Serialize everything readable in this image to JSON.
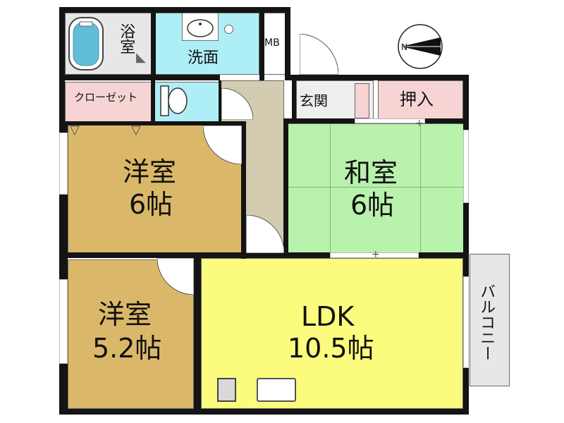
{
  "floor_plan": {
    "rooms": {
      "bath": {
        "label": "浴室",
        "color": "#e7e7e7"
      },
      "washroom": {
        "label": "洗面",
        "color": "#aeeef6"
      },
      "mb": {
        "label": "MB",
        "color": "#ffffff"
      },
      "closet": {
        "label": "クローゼット",
        "color": "#f6d4d4"
      },
      "toilet": {
        "label": "",
        "color": "#aeeef6"
      },
      "hall": {
        "label": "",
        "color": "#d3ccb0"
      },
      "entrance": {
        "label": "玄関",
        "color": "#eeeeee"
      },
      "oshiire": {
        "label": "押入",
        "color": "#f6d4d4"
      },
      "western_room_1": {
        "label": "洋室",
        "size": "6帖",
        "color": "#dbb869"
      },
      "japanese_room": {
        "label": "和室",
        "size": "6帖",
        "color": "#b8f2ad"
      },
      "western_room_2": {
        "label": "洋室",
        "size": "5.2帖",
        "color": "#dbb869"
      },
      "ldk": {
        "label": "LDK",
        "size": "10.5帖",
        "color": "#fbfb7d"
      },
      "balcony": {
        "label": "バルコニー",
        "color": "#e7e7e7"
      }
    },
    "compass": {
      "label": "N",
      "color": "#111111"
    },
    "colors": {
      "wall": "#141414",
      "kitchen_grey": "#d9d9d9"
    }
  }
}
